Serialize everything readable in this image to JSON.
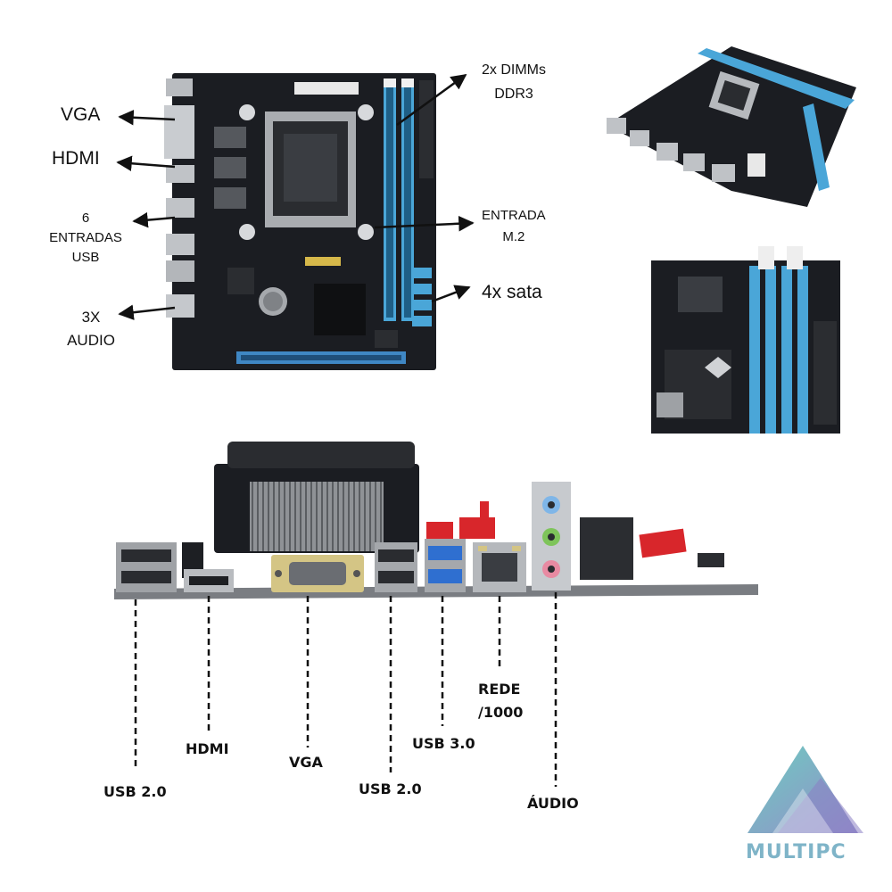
{
  "top_labels": {
    "vga": "VGA",
    "hdmi": "HDMI",
    "usb": "6\nENTRADAS\nUSB",
    "audio": "3X\nAUDIO",
    "dimms": "2x DIMMs\nDDR3",
    "m2": "ENTRADA\nM.2",
    "sata": "4x sata"
  },
  "bottom_labels": {
    "usb20_left": "USB 2.0",
    "hdmi": "HDMI",
    "vga": "VGA",
    "usb20_right": "USB 2.0",
    "usb30": "USB 3.0",
    "rede": "REDE\n/1000",
    "audio": "ÁUDIO"
  },
  "logo": {
    "text": "MULTIPC"
  },
  "colors": {
    "pcb": "#1b1d22",
    "ram_slot": "#4aa6d8",
    "pcie_slot": "#3f87c4",
    "usb_blue": "#2f6fd0",
    "logo_teal": "#5cc7b9",
    "logo_purple": "#8a7fc4"
  }
}
